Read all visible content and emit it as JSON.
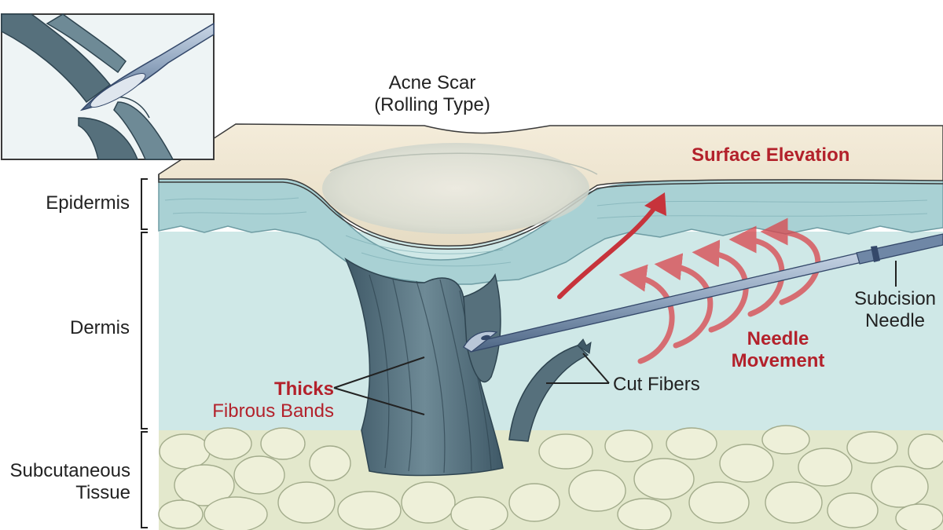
{
  "title": {
    "line1": "Acne Scar",
    "line2": "(Rolling Type)"
  },
  "layers": {
    "epidermis": "Epidermis",
    "dermis": "Dermis",
    "subcutaneous_line1": "Subcutaneous",
    "subcutaneous_line2": "Tissue"
  },
  "annotations": {
    "surface_elevation": "Surface Elevation",
    "needle_movement_line1": "Needle",
    "needle_movement_line2": "Movement",
    "subcision_needle_line1": "Subcision",
    "subcision_needle_line2": "Needle",
    "cut_fibers": "Cut Fibers",
    "bands_line1": "Thicks",
    "bands_line2": "Fibrous Bands"
  },
  "colors": {
    "accent_red": "#b3212b",
    "skin_surface": "#f1e8d4",
    "epidermis": "#a9d1d4",
    "dermis": "#cfe8e7",
    "fat": "#eef0d9",
    "fibrous_bands": "#56707c",
    "needle": "#8fa4bc"
  }
}
